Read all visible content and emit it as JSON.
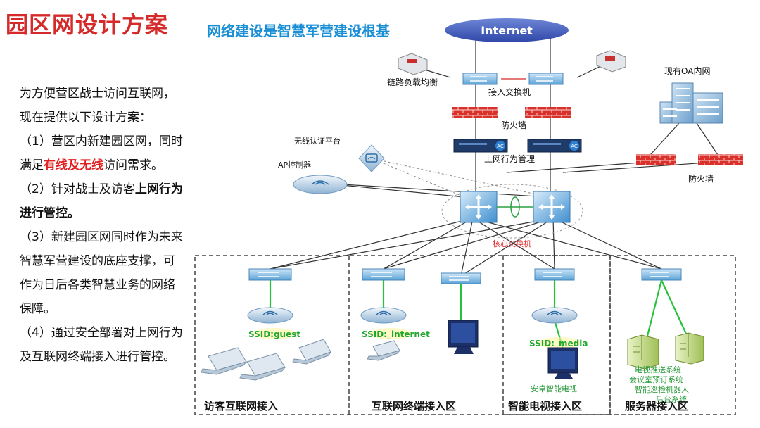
{
  "header": {
    "title": "园区网设计方案",
    "subtitle": "网络建设是智慧军营建设根基"
  },
  "description": {
    "p1": "为方便营区战士访问互联网，现在提供以下设计方案：",
    "p2_prefix": "（1）营区内新建园区网，同时满足",
    "p2_highlight": "有线及无线",
    "p2_suffix": "访问需求。",
    "p3_prefix": "（2）针对战士及访客",
    "p3_bold": "上网行为进行管控。",
    "p4": "（3）新建园区网同时作为未来智慧军营建设的底座支撑，可作为日后各类智慧业务的网络保障。",
    "p5": "（4）通过安全部署对上网行为及互联网终端接入进行管控。"
  },
  "diagram": {
    "internet": "Internet",
    "load_balancer": "链路负载均衡",
    "access_switch": "接入交换机",
    "firewall": "防火墙",
    "behavior_mgmt": "上网行为管理",
    "wireless_auth": "无线认证平台",
    "ap_controller": "AP控制器",
    "oa_network": "现有OA内网",
    "oa_firewall": "防火墙",
    "core_switch": "核心交换机",
    "ac_badge": "AC",
    "ssid_guest": "SSID:guest",
    "ssid_internet": "SSID:_internet",
    "ssid_media": "SSID:_media",
    "android_tv": "安卓智能电视",
    "services": [
      "电视推送系统",
      "会议室预订系统",
      "智能巡检机器人",
      "后台系统"
    ],
    "zones": [
      "访客互联网接入",
      "互联网终端接入区",
      "智能电视接入区",
      "服务器接入区"
    ]
  }
}
